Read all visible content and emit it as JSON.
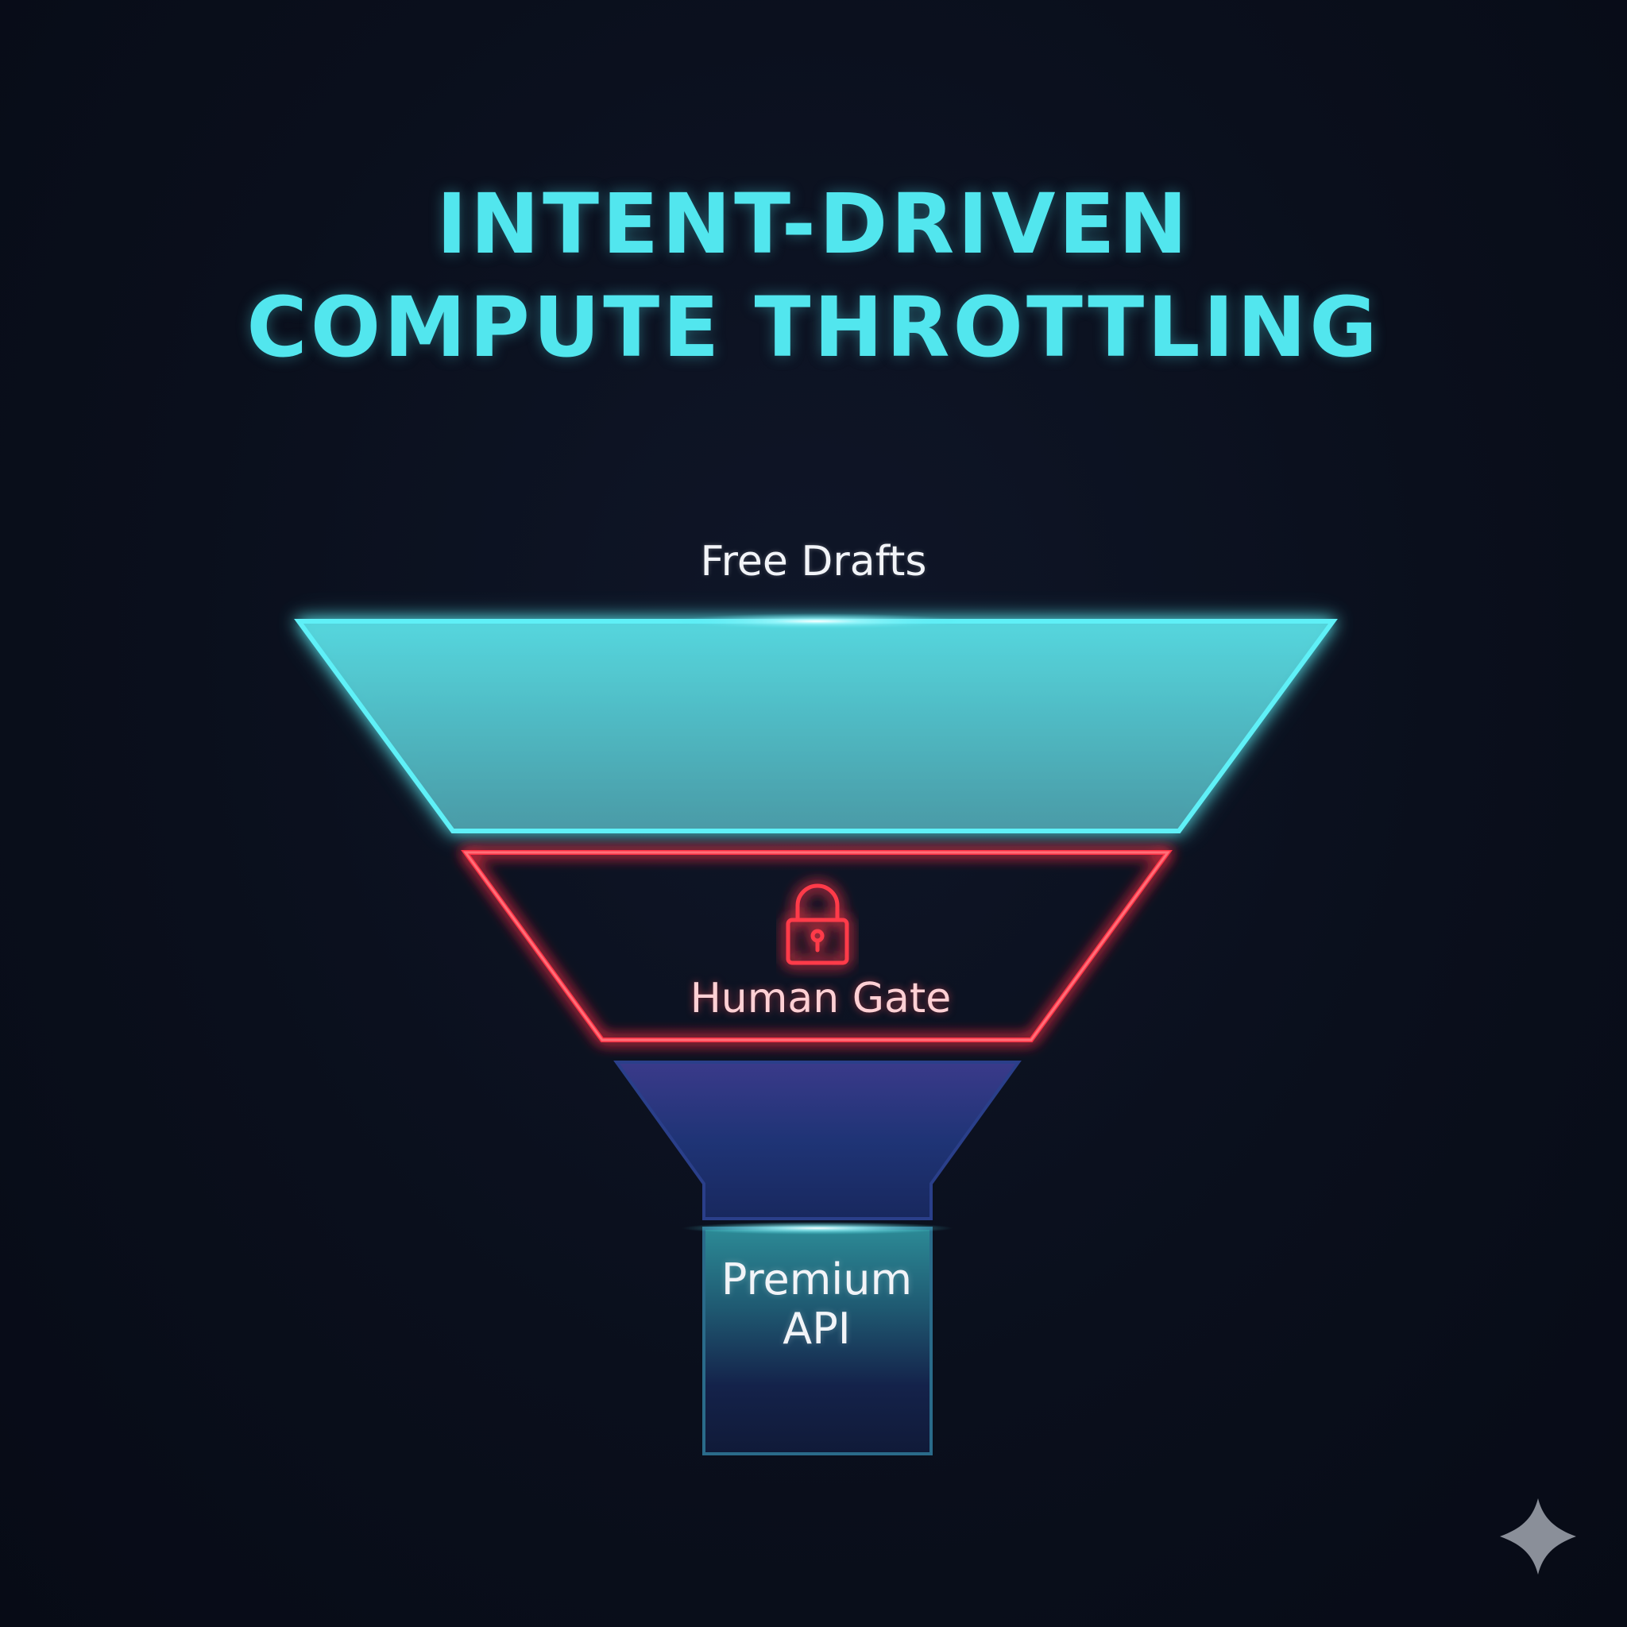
{
  "title": {
    "line1": "INTENT-DRIVEN",
    "line2": "COMPUTE THROTTLING"
  },
  "funnel": {
    "top": {
      "label": "Free Drafts"
    },
    "middle": {
      "label": "Human Gate",
      "icon": "lock-icon"
    },
    "bottom": {
      "label_line1": "Premium",
      "label_line2": "API"
    }
  },
  "colors": {
    "background": "#0a0f1c",
    "cyan": "#4fe3ec",
    "red": "#ff3b4a",
    "blue": "#1e3a8a",
    "text_white": "#f2f4f8",
    "text_pink": "#ffd0d4"
  },
  "corner_icon": "sparkle-icon"
}
